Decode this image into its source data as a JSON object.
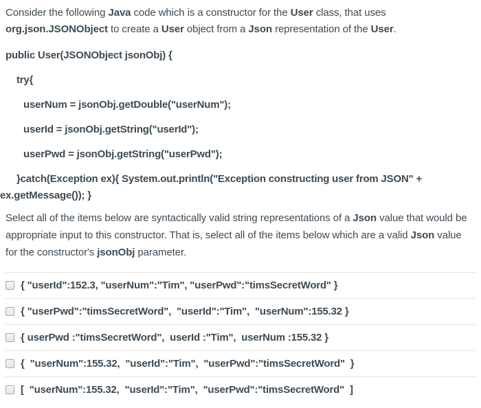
{
  "intro": {
    "segments": [
      {
        "text": "Consider the following "
      },
      {
        "text": "Java"
      },
      {
        "text": " code which is a constructor for the "
      },
      {
        "text": "User"
      },
      {
        "text": " class, that uses "
      },
      {
        "text": "org.json.JSONObject"
      },
      {
        "text": " to create a "
      },
      {
        "text": "User"
      },
      {
        "text": " object from a "
      },
      {
        "text": "Json"
      },
      {
        "text": " representation of the "
      },
      {
        "text": "User"
      },
      {
        "text": "."
      }
    ]
  },
  "code": {
    "lines": [
      {
        "text": "public User(JSONObject jsonObj) {"
      },
      {
        "text": "try{"
      },
      {
        "text": "userNum = jsonObj.getDouble(\"userNum\");"
      },
      {
        "text": "userId = jsonObj.getString(\"userId\");"
      },
      {
        "text": "userPwd = jsonObj.getString(\"userPwd\");"
      },
      {
        "text": "}catch(Exception ex){ System.out.println(\"Exception constructing user from JSON\" +"
      },
      {
        "text": "ex.getMessage()); }"
      }
    ]
  },
  "question": {
    "segments": [
      {
        "text": "Select all of the items below are syntactically valid string representations of a "
      },
      {
        "text": "Json"
      },
      {
        "text": " value that would be appropriate input to this constructor. That is, select all of the items below which are a valid "
      },
      {
        "text": "Json"
      },
      {
        "text": " value for the constructor's "
      },
      {
        "text": "jsonObj"
      },
      {
        "text": " parameter."
      }
    ]
  },
  "options": [
    {
      "text": "{ \"userId\":152.3, \"userNum\":\"Tim\", \"userPwd\":\"timsSecretWord\" }",
      "checked": false
    },
    {
      "text": "{ \"userPwd\":\"timsSecretWord\",  \"userId\":\"Tim\",  \"userNum\":155.32 }",
      "checked": false
    },
    {
      "text": "{ userPwd :\"timsSecretWord\",  userId :\"Tim\",  userNum :155.32 }",
      "checked": false
    },
    {
      "text": "{  \"userNum\":155.32,  \"userId\":\"Tim\",  \"userPwd\":\"timsSecretWord\"  }",
      "checked": false
    },
    {
      "text": "[  \"userNum\":155.32,  \"userId\":\"Tim\",  \"userPwd\":\"timsSecretWord\"  ]",
      "checked": false
    }
  ],
  "colors": {
    "text": "#3e4a53",
    "divider": "#e2e2e2",
    "checkbox_border": "#a9a9a9",
    "checkbox_fill": "#eeeeee",
    "background": "#ffffff"
  }
}
